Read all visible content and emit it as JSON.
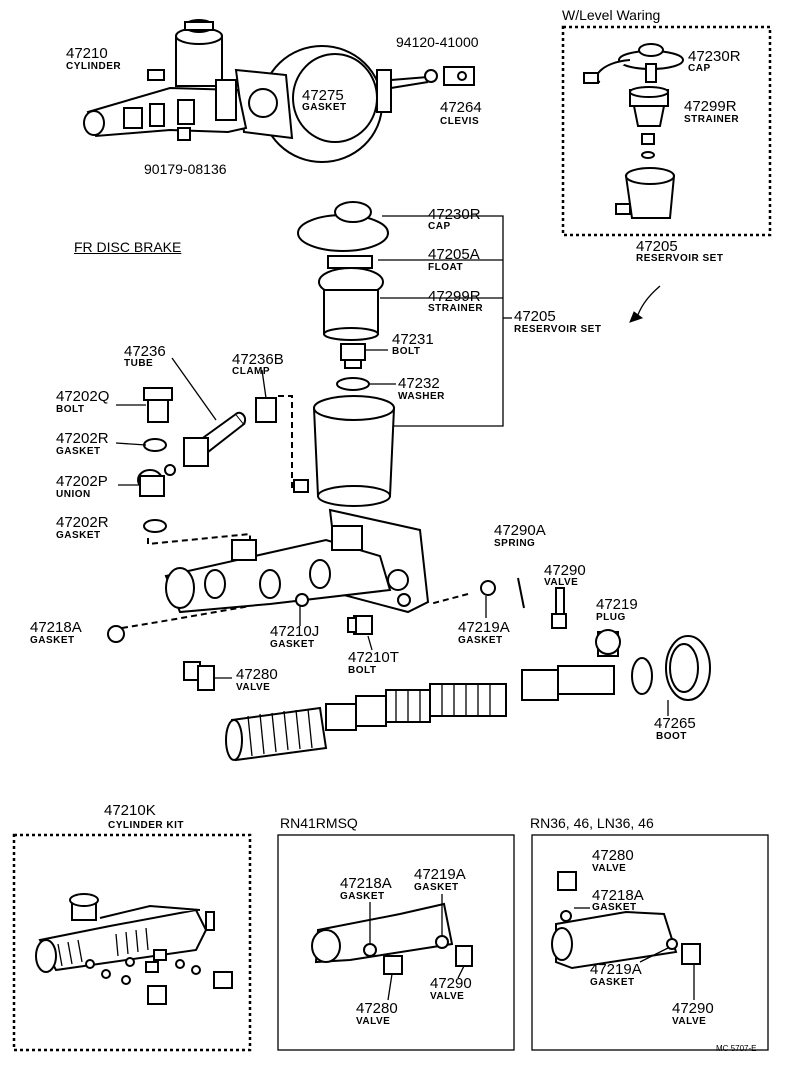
{
  "headings": {
    "level_warning": "W/Level Waring",
    "fr_disc_brake": "FR DISC BRAKE",
    "cylinder_kit_no": "47210K",
    "cylinder_kit_name": "CYLINDER KIT",
    "rn41": "RN41RMSQ",
    "rn36": "RN36, 46, LN36, 46"
  },
  "footer": "MC 5707-E",
  "labels": {
    "l47210": {
      "no": "47210",
      "name": "CYLINDER"
    },
    "l47275": {
      "no": "47275",
      "name": "GASKET"
    },
    "l94120": {
      "no": "94120-41000"
    },
    "l47264": {
      "no": "47264",
      "name": "CLEVIS"
    },
    "l90179": {
      "no": "90179-08136"
    },
    "w47230R": {
      "no": "47230R",
      "name": "CAP"
    },
    "w47299R": {
      "no": "47299R",
      "name": "STRAINER"
    },
    "w47205": {
      "no": "47205",
      "name": "RESERVOIR SET"
    },
    "m47230R": {
      "no": "47230R",
      "name": "CAP"
    },
    "m47205A": {
      "no": "47205A",
      "name": "FLOAT"
    },
    "m47299R": {
      "no": "47299R",
      "name": "STRAINER"
    },
    "m47205": {
      "no": "47205",
      "name": "RESERVOIR SET"
    },
    "m47231": {
      "no": "47231",
      "name": "BOLT"
    },
    "m47232": {
      "no": "47232",
      "name": "WASHER"
    },
    "m47236": {
      "no": "47236",
      "name": "TUBE"
    },
    "m47236B": {
      "no": "47236B",
      "name": "CLAMP"
    },
    "m47202Q": {
      "no": "47202Q",
      "name": "BOLT"
    },
    "m47202R": {
      "no": "47202R",
      "name": "GASKET"
    },
    "m47202P": {
      "no": "47202P",
      "name": "UNION"
    },
    "m47202R2": {
      "no": "47202R",
      "name": "GASKET"
    },
    "m47290A": {
      "no": "47290A",
      "name": "SPRING"
    },
    "m47290": {
      "no": "47290",
      "name": "VALVE"
    },
    "m47219": {
      "no": "47219",
      "name": "PLUG"
    },
    "m47218A": {
      "no": "47218A",
      "name": "GASKET"
    },
    "m47210J": {
      "no": "47210J",
      "name": "GASKET"
    },
    "m47219A": {
      "no": "47219A",
      "name": "GASKET"
    },
    "m47210T": {
      "no": "47210T",
      "name": "BOLT"
    },
    "m47280": {
      "no": "47280",
      "name": "VALVE"
    },
    "m47265": {
      "no": "47265",
      "name": "BOOT"
    },
    "b47218A": {
      "no": "47218A",
      "name": "GASKET"
    },
    "b47219A": {
      "no": "47219A",
      "name": "GASKET"
    },
    "b47280": {
      "no": "47280",
      "name": "VALVE"
    },
    "b47290": {
      "no": "47290",
      "name": "VALVE"
    },
    "c47280": {
      "no": "47280",
      "name": "VALVE"
    },
    "c47218A": {
      "no": "47218A",
      "name": "GASKET"
    },
    "c47219A": {
      "no": "47219A",
      "name": "GASKET"
    },
    "c47290": {
      "no": "47290",
      "name": "VALVE"
    }
  }
}
